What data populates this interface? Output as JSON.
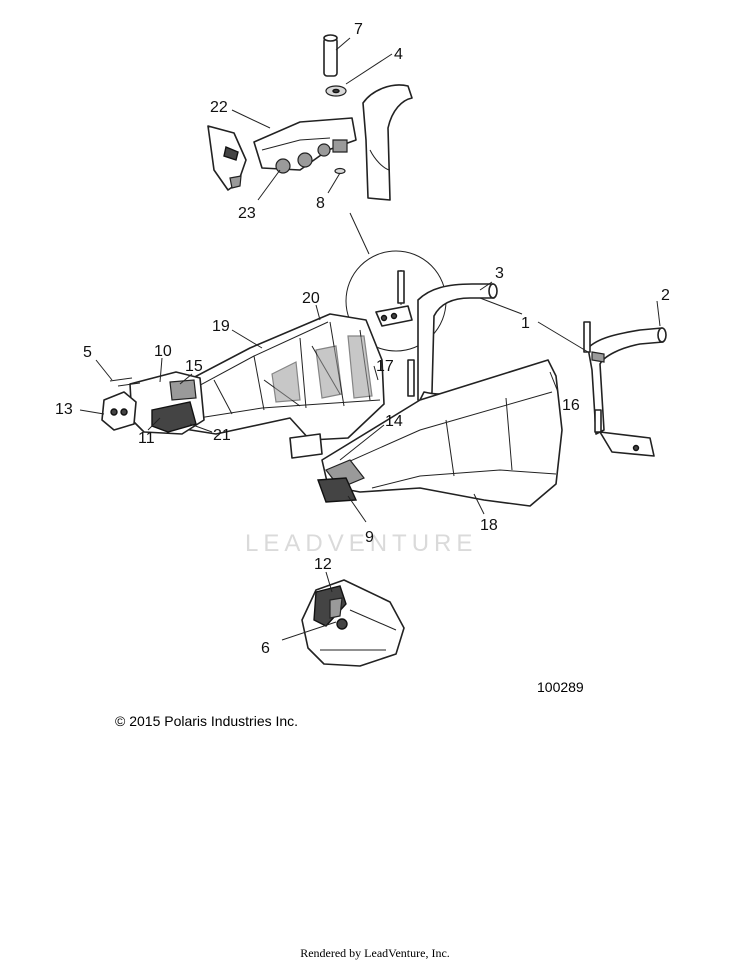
{
  "diagram": {
    "callouts": [
      {
        "number": "1"
      },
      {
        "number": "2"
      },
      {
        "number": "3"
      },
      {
        "number": "4"
      },
      {
        "number": "5"
      },
      {
        "number": "6"
      },
      {
        "number": "7"
      },
      {
        "number": "8"
      },
      {
        "number": "9"
      },
      {
        "number": "10"
      },
      {
        "number": "11"
      },
      {
        "number": "12"
      },
      {
        "number": "13"
      },
      {
        "number": "14"
      },
      {
        "number": "15"
      },
      {
        "number": "16"
      },
      {
        "number": "17"
      },
      {
        "number": "18"
      },
      {
        "number": "19"
      },
      {
        "number": "20"
      },
      {
        "number": "21"
      },
      {
        "number": "22"
      },
      {
        "number": "23"
      }
    ],
    "watermark": "LEADVENTURE",
    "figure_number": "100289",
    "copyright": "© 2015 Polaris Industries Inc.",
    "footer": "Rendered by LeadVenture, Inc."
  }
}
